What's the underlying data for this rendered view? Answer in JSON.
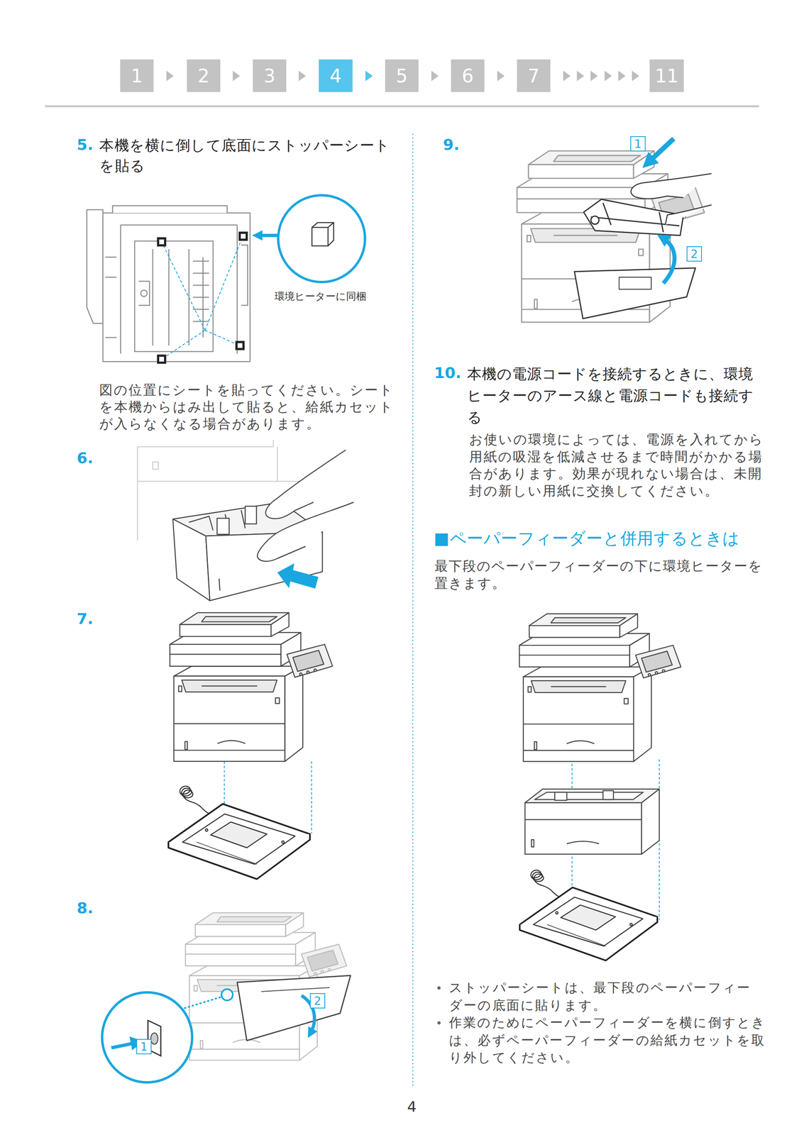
{
  "diagram": {
    "nodes": [
      {
        "text": [
          "1"
        ]
      },
      {
        "text": [
          "2"
        ]
      },
      {
        "text": [
          "3"
        ]
      },
      {
        "text": [
          "4"
        ]
      },
      {
        "text": [
          "5"
        ]
      },
      {
        "text": [
          "6"
        ]
      },
      {
        "text": [
          "7"
        ]
      },
      {
        "text": [
          "11"
        ]
      },
      {
        "text": [
          "2"
        ]
      },
      {
        "text": [
          "1"
        ]
      },
      {
        "text": [
          "1"
        ]
      },
      {
        "text": [
          "2"
        ]
      }
    ],
    "labels": [
      "5.",
      "本機を横に倒して底面にストッパーシートを貼る",
      "環境ヒーターに同梱",
      "図の位置にシートを貼ってください。シートを本機からはみ出して貼ると、給紙カセットが入らなくなる場合があります。",
      "6.",
      "7.",
      "8.",
      "9.",
      "10.",
      "本機の電源コードを接続するときに、環境ヒーターのアース線と電源コードも接続する",
      "お使いの環境によっては、電源を入れてから用紙の吸湿を低減させるまで時間がかかる場合があります。効果が現れない場合は、未開封の新しい用紙に交換してください。",
      "■ペーパーフィーダーと併用するときは",
      "最下段のペーパーフィーダーの下に環境ヒーターを置きます。",
      "ストッパーシートは、最下段のペーパーフィーダーの底面に貼ります。",
      "作業のためにペーパーフィーダーを横に倒すときは、必ずペーパーフィーダーの給紙カセットを取り外してください。",
      "4"
    ]
  }
}
